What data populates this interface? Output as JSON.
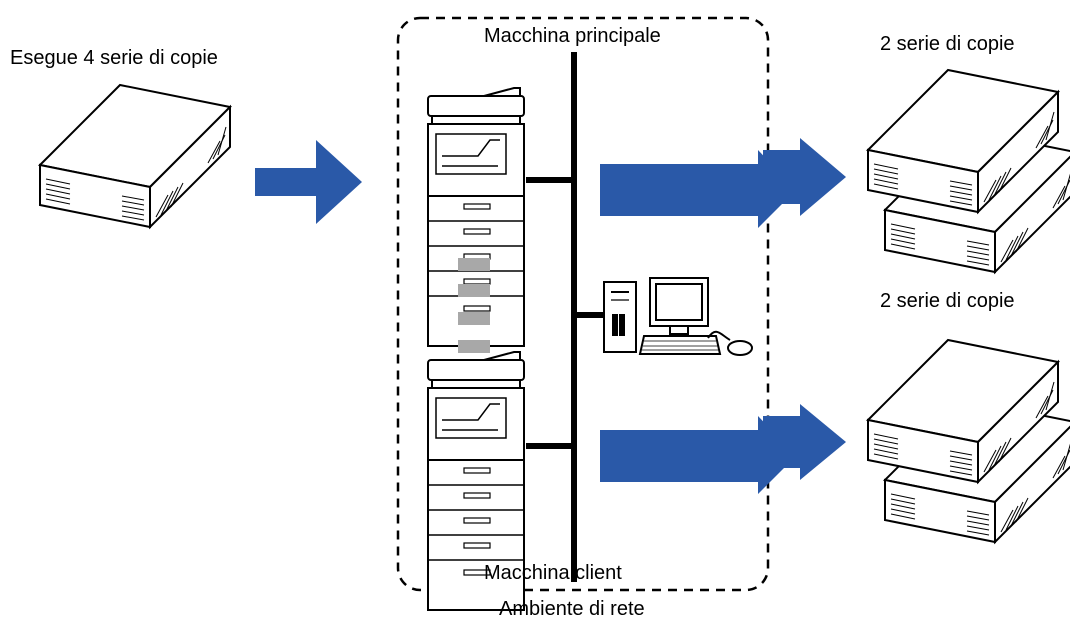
{
  "labels": {
    "source": "Esegue 4 serie di copie",
    "main_machine": "Macchina principale",
    "client_machine": "Macchina client",
    "network": "Ambiente di rete",
    "output_top": "2 serie di copie",
    "output_bottom": "2 serie di copie"
  },
  "colors": {
    "arrow": "#2a59a8",
    "line": "#000000",
    "link": "#a8a8a8",
    "paper": "#ffffff"
  }
}
